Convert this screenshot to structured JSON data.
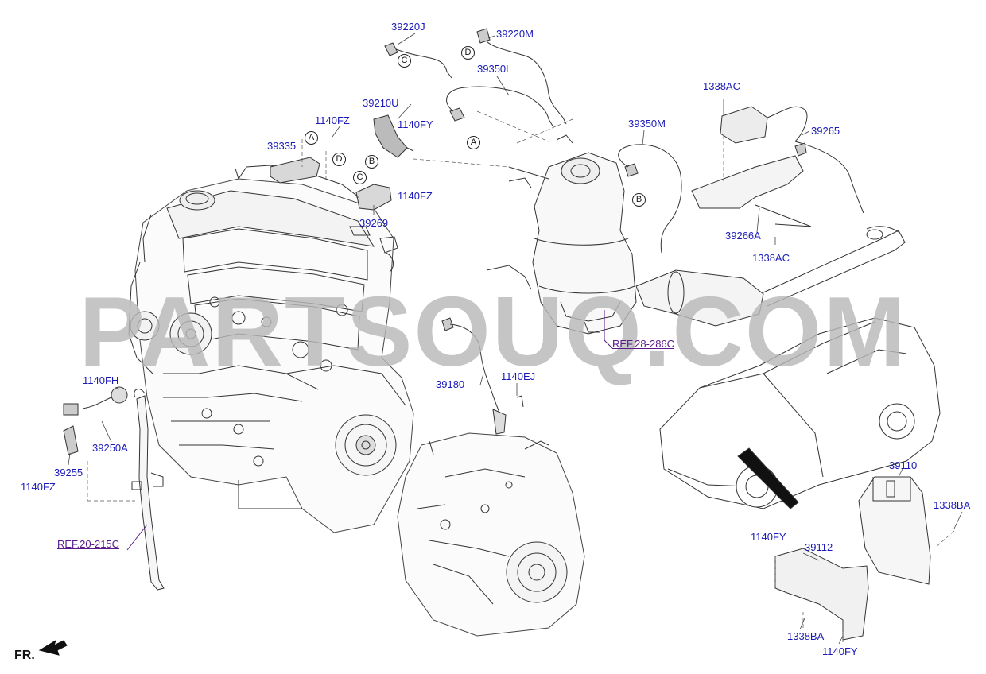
{
  "diagram": {
    "labels": {
      "p39220J": "39220J",
      "p39220M": "39220M",
      "p39350L": "39350L",
      "p39210U": "39210U",
      "p1140FY_a": "1140FY",
      "p1140FZ_a": "1140FZ",
      "p39335": "39335",
      "p1140FZ_b": "1140FZ",
      "p39269": "39269",
      "p39350M": "39350M",
      "p1338AC_a": "1338AC",
      "p39265": "39265",
      "p39266A": "39266A",
      "p1338AC_b": "1338AC",
      "p1140FH": "1140FH",
      "p39250A": "39250A",
      "p39255": "39255",
      "p1140FZ_c": "1140FZ",
      "p39180": "39180",
      "p1140EJ": "1140EJ",
      "p39110": "39110",
      "p1338BA_a": "1338BA",
      "p1140FY_b": "1140FY",
      "p39112": "39112",
      "p1338BA_b": "1338BA",
      "p1140FY_c": "1140FY"
    },
    "refs": {
      "ref_28_286C": "REF.28-286C",
      "ref_20_215C": "REF.20-215C"
    },
    "callouts": {
      "c_top": "C",
      "d_top": "D",
      "a_mid": "A",
      "a_left": "A",
      "d_left": "D",
      "b_left": "B",
      "c_left": "C",
      "b_right": "B"
    },
    "orientation": "FR.",
    "watermark": "PARTSOUQ.COM"
  },
  "colors": {
    "part_number": "#1a1ab8",
    "reference": "#5a1a8a",
    "line_art": "#333333",
    "watermark": "#b9b9b9"
  }
}
